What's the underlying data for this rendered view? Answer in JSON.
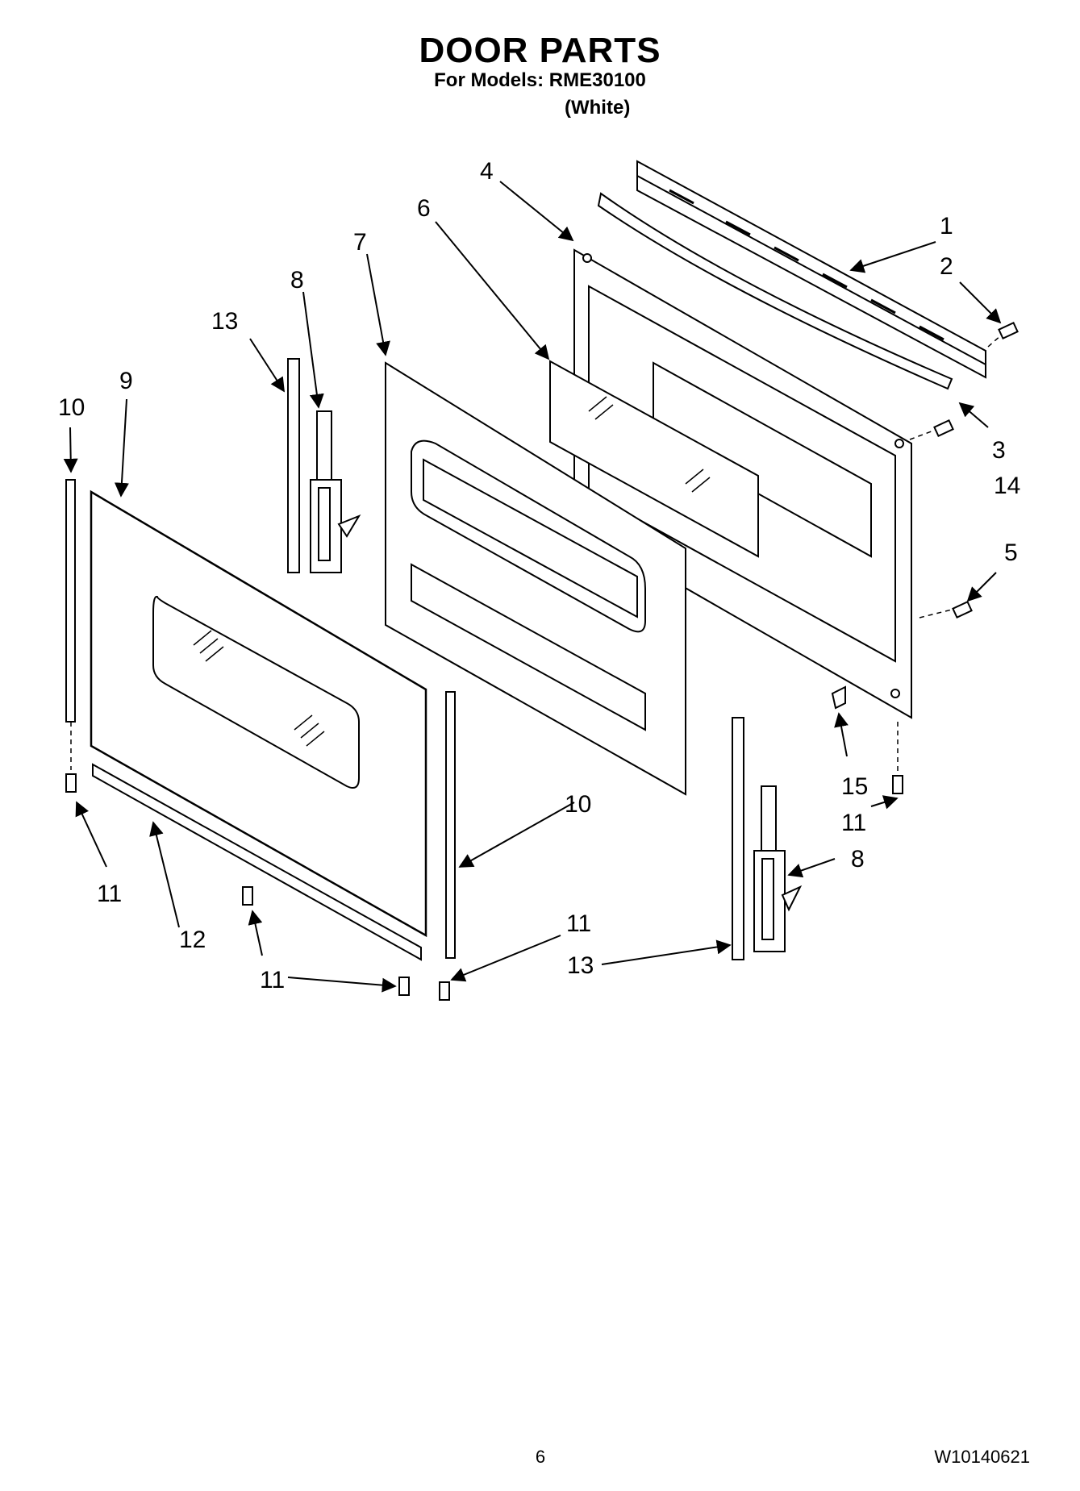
{
  "header": {
    "title": "DOOR PARTS",
    "models_line": "For Models: RME30100",
    "variant": "(White)"
  },
  "diagram": {
    "callouts": [
      {
        "id": "c1",
        "label": "1"
      },
      {
        "id": "c2",
        "label": "2"
      },
      {
        "id": "c3",
        "label": "3"
      },
      {
        "id": "c4",
        "label": "4"
      },
      {
        "id": "c5",
        "label": "5"
      },
      {
        "id": "c6",
        "label": "6"
      },
      {
        "id": "c7",
        "label": "7"
      },
      {
        "id": "c8a",
        "label": "8"
      },
      {
        "id": "c8b",
        "label": "8"
      },
      {
        "id": "c9",
        "label": "9"
      },
      {
        "id": "c10a",
        "label": "10"
      },
      {
        "id": "c10b",
        "label": "10"
      },
      {
        "id": "c11a",
        "label": "11"
      },
      {
        "id": "c11b",
        "label": "11"
      },
      {
        "id": "c11c",
        "label": "11"
      },
      {
        "id": "c11d",
        "label": "11"
      },
      {
        "id": "c12",
        "label": "12"
      },
      {
        "id": "c13a",
        "label": "13"
      },
      {
        "id": "c13b",
        "label": "13"
      },
      {
        "id": "c14",
        "label": "14"
      },
      {
        "id": "c15",
        "label": "15"
      }
    ]
  },
  "footer": {
    "page_number": "6",
    "document_number": "W10140621"
  }
}
